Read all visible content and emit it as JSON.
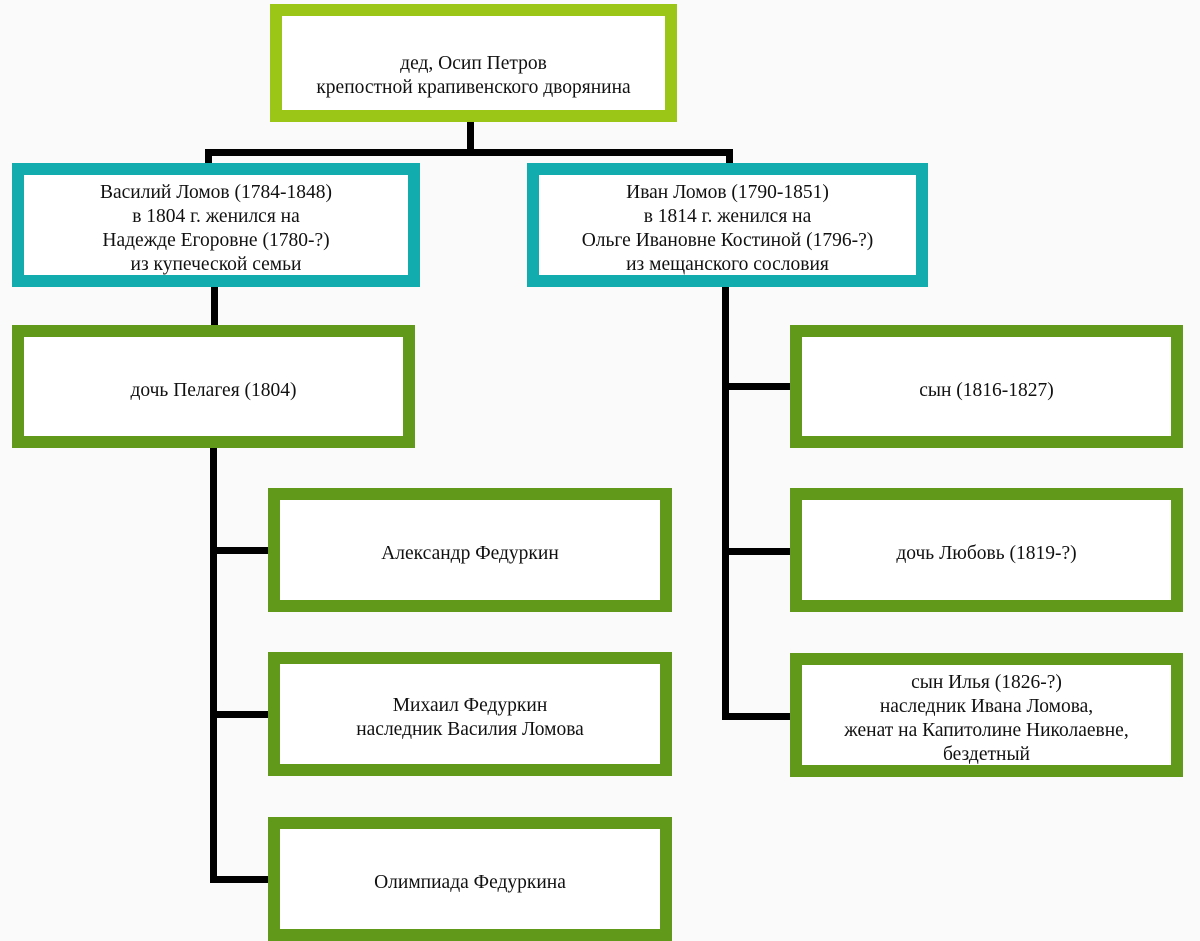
{
  "colors": {
    "root-border": "#9bc618",
    "couple-border": "#12abae",
    "child-border": "#61991b",
    "connector": "#000000",
    "box-fill": "#ffffff",
    "text": "#111111",
    "background": "#fafafa"
  },
  "tree": {
    "grandfather": {
      "lines": [
        "дед, Осип Петров",
        "крепостной крапивенского дворянина"
      ]
    },
    "vasily": {
      "lines": [
        "Василий Ломов (1784-1848)",
        "в 1804 г. женился на",
        "Надежде Егоровне (1780-?)",
        "из купеческой семьи"
      ]
    },
    "ivan": {
      "lines": [
        "Иван Ломов (1790-1851)",
        "в 1814 г. женился на",
        "Ольге Ивановне Костиной (1796-?)",
        "из мещанского сословия"
      ]
    },
    "pelageya": {
      "lines": [
        "дочь Пелагея (1804)"
      ]
    },
    "alexandr": {
      "lines": [
        "Александр Федуркин"
      ]
    },
    "mikhail": {
      "lines": [
        "Михаил Федуркин",
        "наследник Василия Ломова"
      ]
    },
    "olimpiada": {
      "lines": [
        "Олимпиада Федуркина"
      ]
    },
    "son": {
      "lines": [
        "сын (1816-1827)"
      ]
    },
    "lyubov": {
      "lines": [
        "дочь Любовь (1819-?)"
      ]
    },
    "ilya": {
      "lines": [
        "сын Илья (1826-?)",
        "наследник Ивана Ломова,",
        "женат на Капитолине Николаевне,",
        "бездетный"
      ]
    }
  }
}
